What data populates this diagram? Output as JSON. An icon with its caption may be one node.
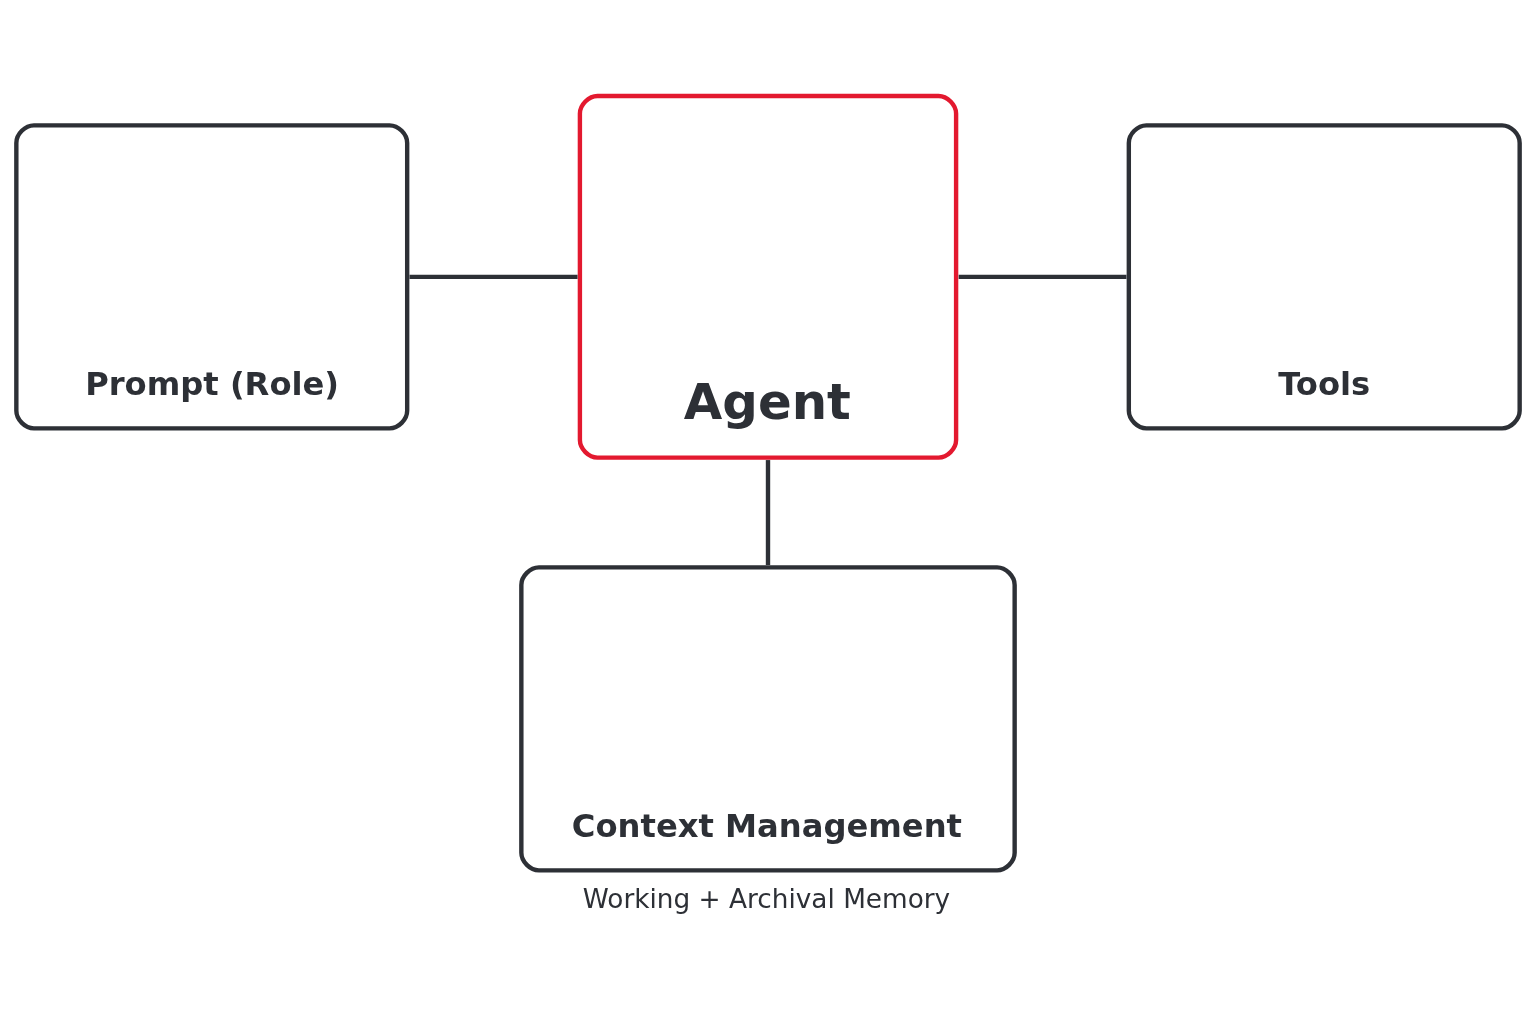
{
  "diagram": {
    "nodes": [
      {
        "text": [
          "Prompt (Role)"
        ]
      },
      {
        "text": [
          "Agent"
        ]
      },
      {
        "text": [
          "Tools"
        ]
      },
      {
        "text": [
          "Context Management"
        ],
        "beside": [
          "Working + Archival Memory"
        ]
      }
    ],
    "edges": [
      {
        "from": 0,
        "to": 1,
        "arrow": "none"
      },
      {
        "from": 1,
        "to": 2,
        "arrow": "none"
      },
      {
        "from": 1,
        "to": 3,
        "arrow": "none"
      }
    ]
  }
}
